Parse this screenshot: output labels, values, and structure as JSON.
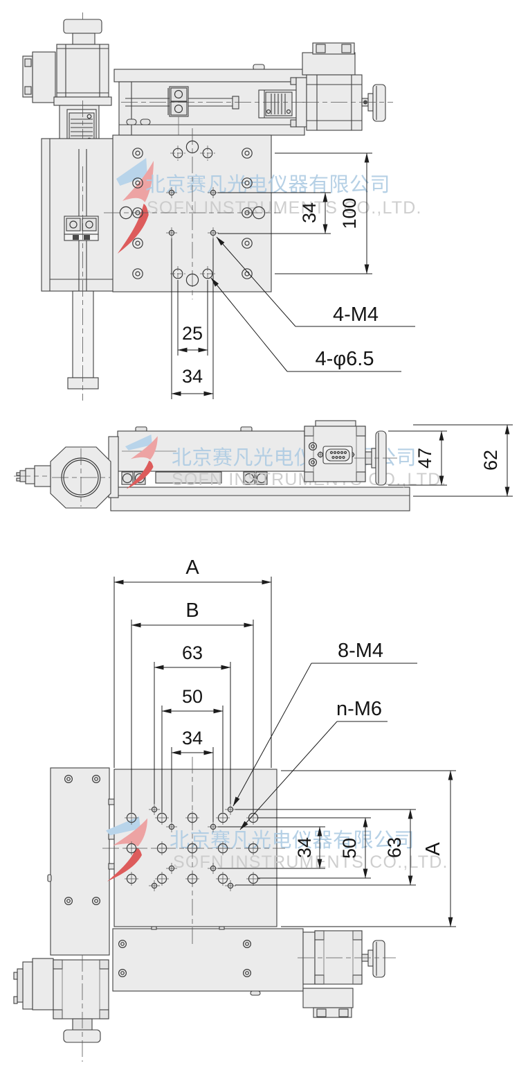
{
  "watermark": {
    "cn": "北京赛凡光电仪器有限公司",
    "en": "SOFN INSTRUMENTS CO.,LTD.",
    "cn_color": "#aecbe3",
    "en_color": "#c9c9c9",
    "logo_red_dark": "#dd5c5c",
    "logo_red_light": "#eda3a3",
    "logo_blue": "#b8d4ea"
  },
  "top_view": {
    "dim_34_vertical": "34",
    "dim_100_vertical": "100",
    "dim_25_horizontal": "25",
    "dim_34_horizontal": "34",
    "label_m4": "4-M4",
    "label_phi": "4-φ6.5"
  },
  "side_view": {
    "dim_47": "47",
    "dim_62": "62"
  },
  "bottom_view": {
    "dim_A_top": "A",
    "dim_B_top": "B",
    "dim_63_top": "63",
    "dim_50_top": "50",
    "dim_34_top": "34",
    "dim_34_right": "34",
    "dim_50_right": "50",
    "dim_63_right": "63",
    "dim_A_right": "A",
    "label_8m4": "8-M4",
    "label_nm6": "n-M6"
  },
  "colors": {
    "background": "#ffffff",
    "part_fill": "#ebebeb",
    "line": "#3f3f3f",
    "dimension": "#1c1c1c"
  }
}
